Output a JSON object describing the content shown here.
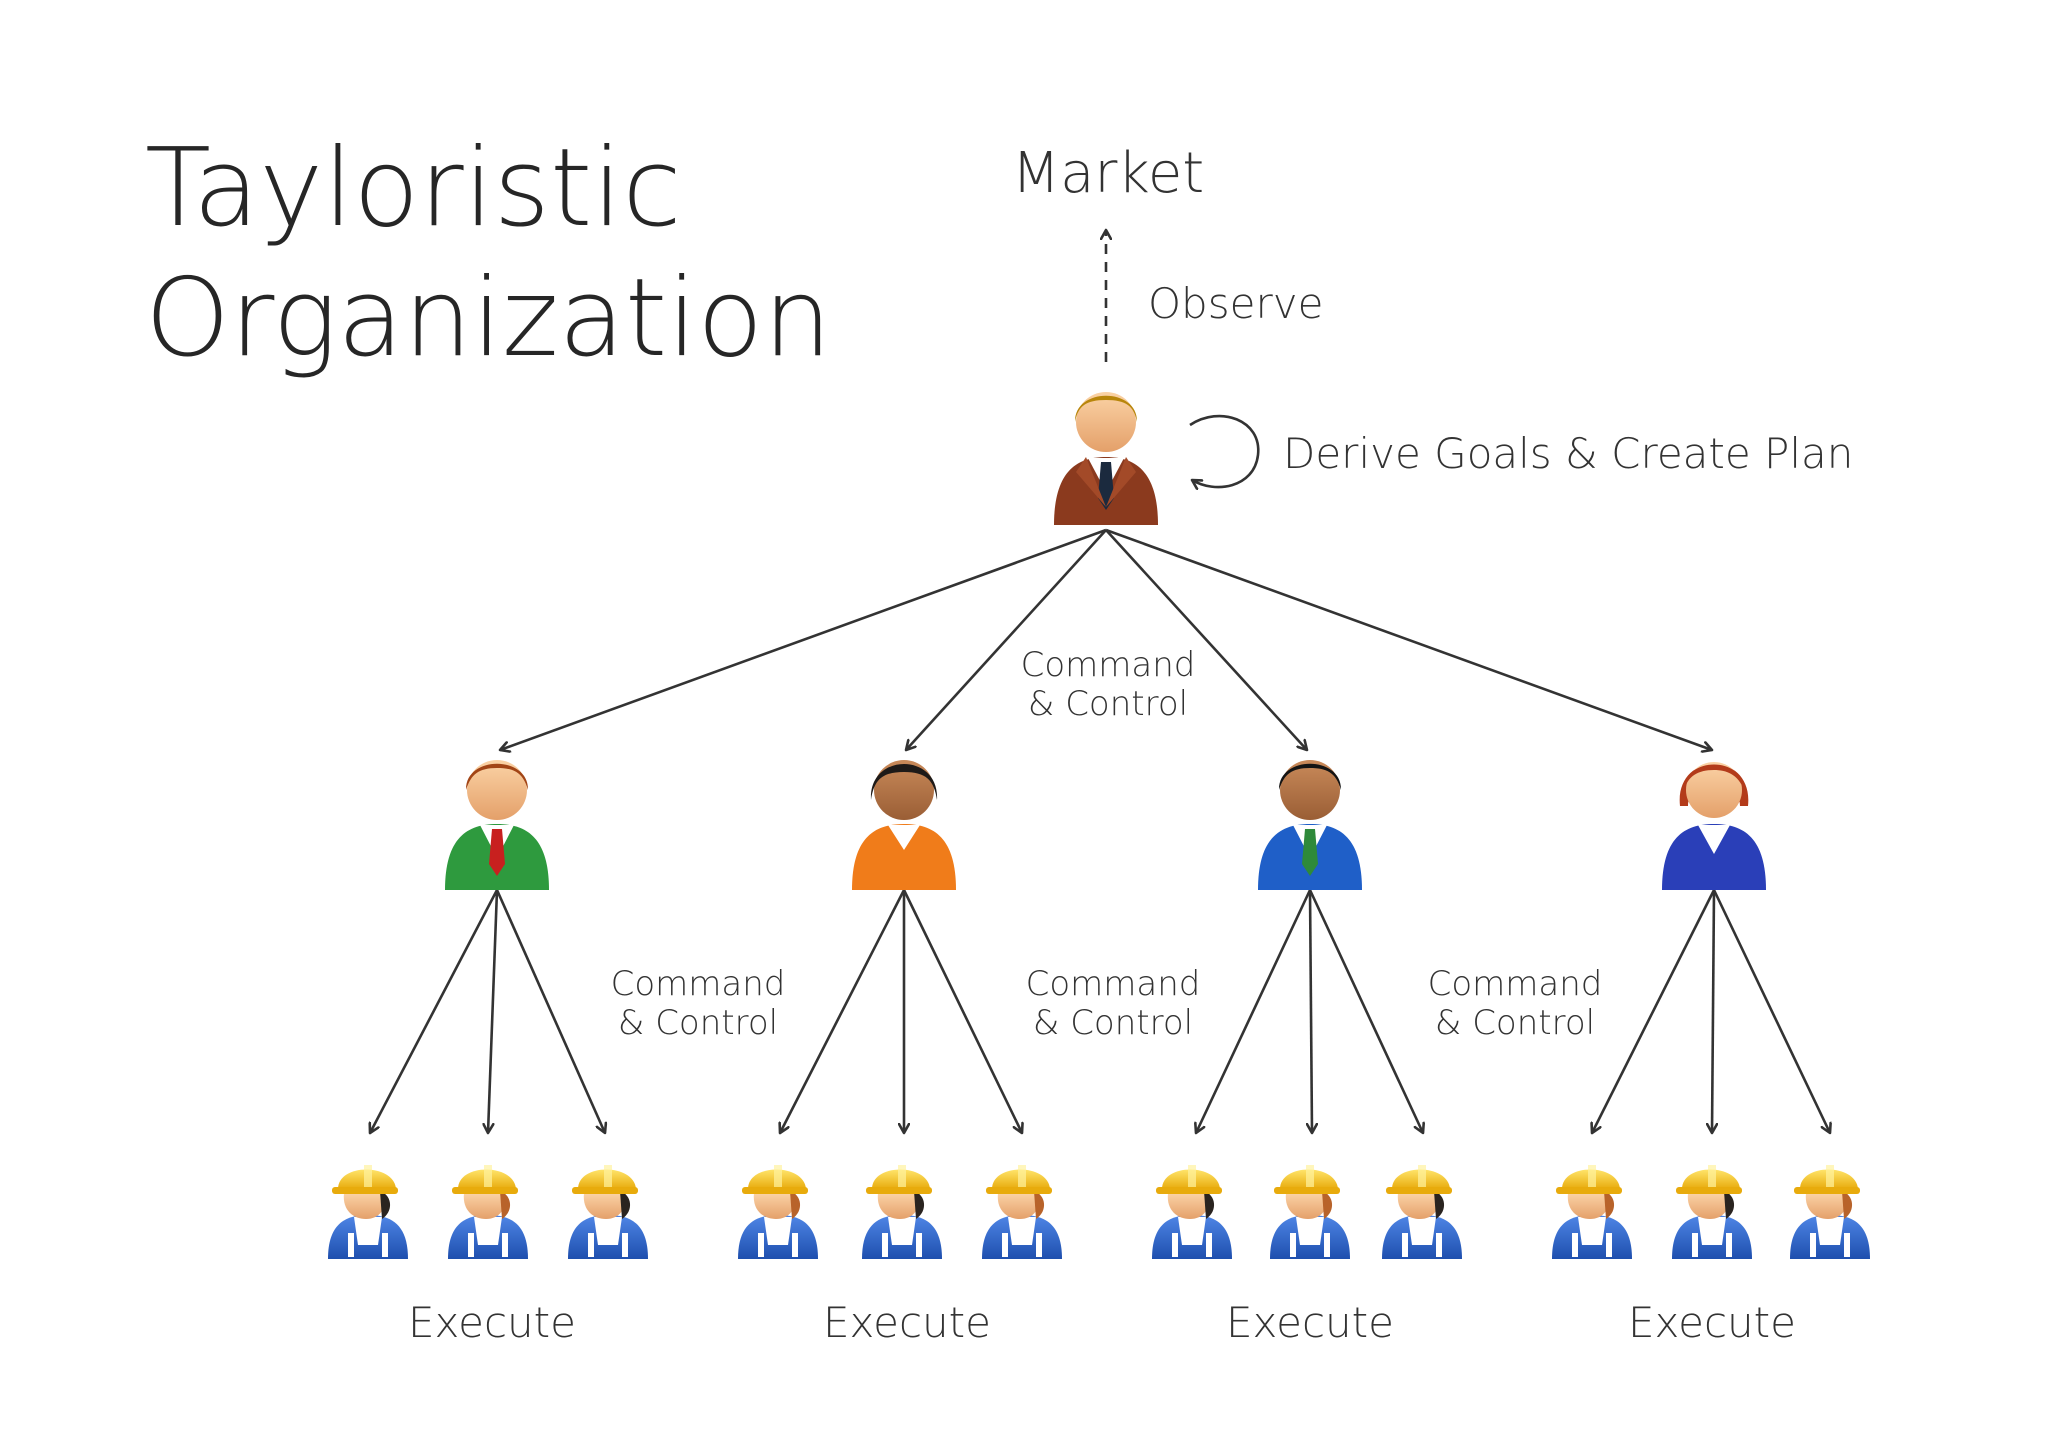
{
  "title": {
    "line1": "Tayloristic",
    "line2": "Organization"
  },
  "top_node": {
    "label": "Market"
  },
  "observe_label": "Observe",
  "derive_label": "Derive Goals & Create Plan",
  "command_labels": {
    "top": {
      "line1": "Command",
      "line2": "& Control"
    },
    "left": {
      "line1": "Command",
      "line2": "& Control"
    },
    "middle": {
      "line1": "Command",
      "line2": "& Control"
    },
    "right": {
      "line1": "Command",
      "line2": "& Control"
    }
  },
  "execute_labels": [
    "Execute",
    "Execute",
    "Execute",
    "Execute"
  ],
  "colors": {
    "line": "#333333",
    "manager_suit": "#8b3a1e",
    "supervisor_suits": [
      "#2e9a3e",
      "#f07c1a",
      "#1f5fc8",
      "#2a3fb8"
    ],
    "hard_hat": "#f6c516",
    "worker_overall": "#2a62c9"
  },
  "icons": {
    "manager": "businessman-icon",
    "supervisor": "supervisor-icon",
    "worker": "construction-worker-icon",
    "cycle": "cycle-arrow-icon"
  }
}
